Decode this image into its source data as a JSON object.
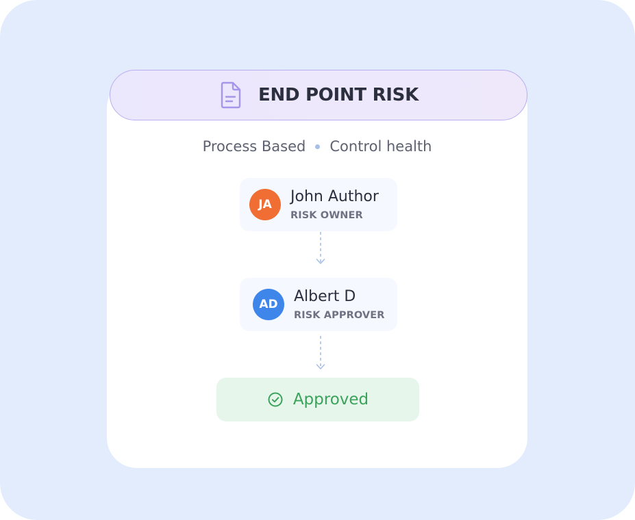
{
  "card": {
    "title": "END POINT RISK",
    "title_icon": "document-icon",
    "meta": {
      "left": "Process Based",
      "right": "Control health"
    }
  },
  "workflow": {
    "owner": {
      "initials": "JA",
      "name": "John Author",
      "role": "RISK OWNER",
      "avatar_color": "#f06d33"
    },
    "approver": {
      "initials": "AD",
      "name": "Albert D",
      "role": "RISK APPROVER",
      "avatar_color": "#3f86ea"
    },
    "status": {
      "label": "Approved",
      "icon": "check-circle-icon",
      "color": "#3aa25b"
    }
  },
  "colors": {
    "background": "#e3ecfd",
    "header_border": "#b9aef0",
    "status_background": "#e7f6eb"
  }
}
